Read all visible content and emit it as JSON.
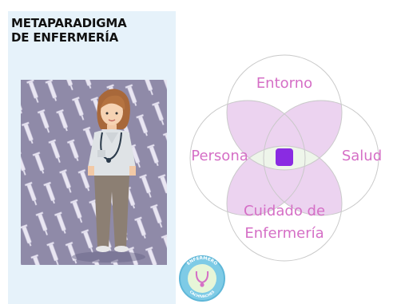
{
  "title": {
    "line1": "METAPARADIGMA",
    "line2": "DE ENFERMERÍA"
  },
  "diagram": {
    "top": "Entorno",
    "left": "Persona",
    "right": "Salud",
    "bottom_line1": "Cuidado de",
    "bottom_line2": "Enfermería"
  },
  "colors": {
    "circle_text": "#d56fc6",
    "overlap_fill": "#ecd3f0",
    "center_fill": "#8a2be2",
    "outline": "#c9c9c9",
    "panel_bg": "#e6f2fa",
    "pattern_bg": "#8f8aa8"
  },
  "logo": {
    "text_top": "ENFERMERO",
    "text_bottom": "CACHIVACHES"
  },
  "icons": [
    "syringe-pattern",
    "nurse-figure",
    "stethoscope-icon"
  ]
}
